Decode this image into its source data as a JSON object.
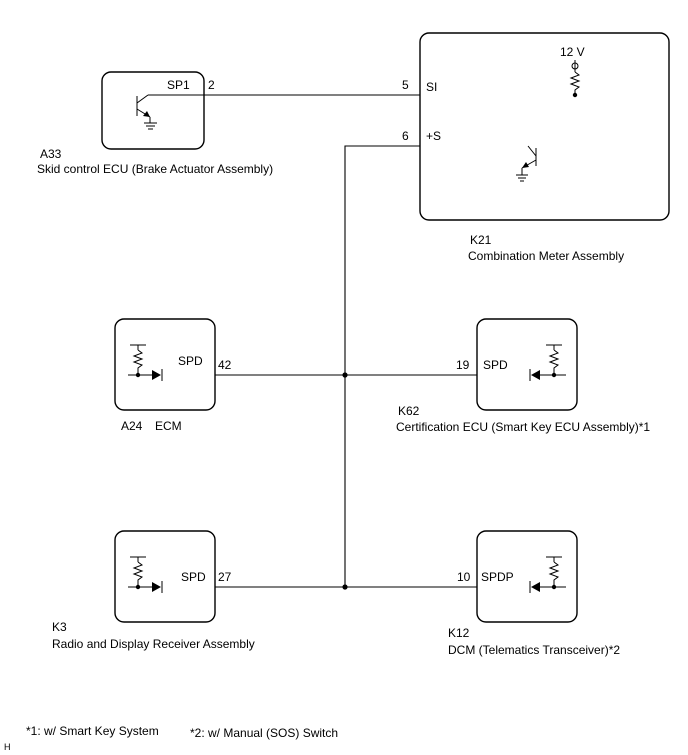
{
  "components": {
    "a33": {
      "code": "A33",
      "name": "Skid control ECU (Brake Actuator Assembly)",
      "terminal_name": "SP1",
      "pin": "2"
    },
    "k21": {
      "code": "K21",
      "name": "Combination Meter Assembly",
      "voltage": "12 V",
      "terminals": [
        {
          "pin": "5",
          "name": "SI"
        },
        {
          "pin": "6",
          "name": "+S"
        }
      ]
    },
    "a24": {
      "code": "A24",
      "name": "ECM",
      "terminal_name": "SPD",
      "pin": "42"
    },
    "k62": {
      "code": "K62",
      "name": "Certification ECU (Smart Key ECU Assembly)*1",
      "terminal_name": "SPD",
      "pin": "19"
    },
    "k3": {
      "code": "K3",
      "name": "Radio and Display Receiver Assembly",
      "terminal_name": "SPD",
      "pin": "27"
    },
    "k12": {
      "code": "K12",
      "name": "DCM (Telematics Transceiver)*2",
      "terminal_name": "SPDP",
      "pin": "10"
    }
  },
  "footnotes": {
    "note1": "*1: w/ Smart Key System",
    "note2": "*2: w/ Manual (SOS) Switch"
  },
  "corner_mark": "H"
}
